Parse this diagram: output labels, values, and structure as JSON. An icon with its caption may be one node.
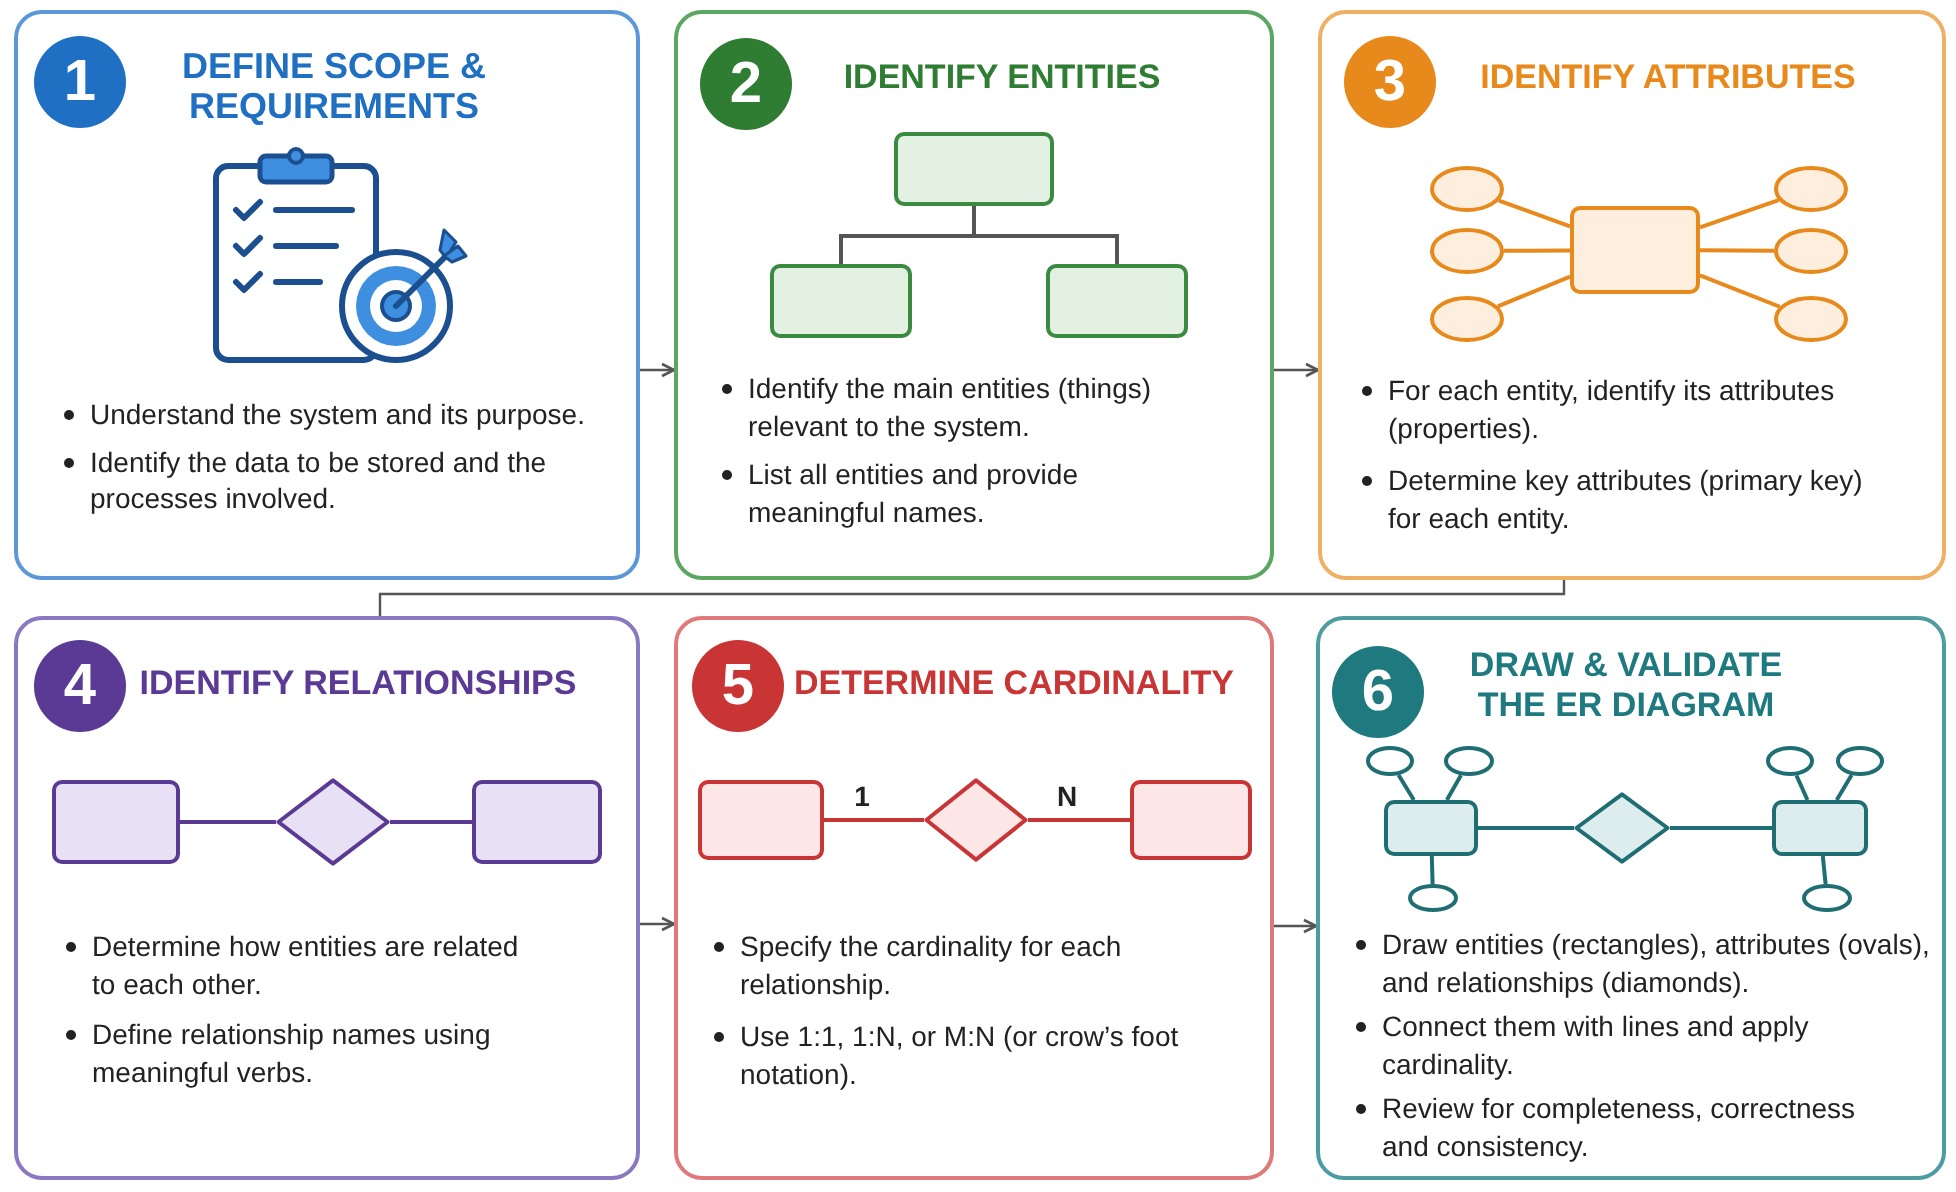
{
  "diagram": {
    "nodes": [
      {
        "text": [
          "DEFINE SCOPE & REQUIREMENTS",
          "Understand the system and its purpose.",
          "Identify the data to be stored and the processes involved."
        ]
      },
      {
        "text": [
          "1"
        ],
        "in": 0
      },
      {
        "text": [
          "IDENTIFY ENTITIES",
          "Identify the main entities (things) relevant to the system.",
          "List all entities and provide meaningful names."
        ]
      },
      {
        "text": [
          "2"
        ],
        "in": 2
      },
      {
        "text": [],
        "shape": "box",
        "in": 2
      },
      {
        "text": [],
        "shape": "box",
        "in": 2
      },
      {
        "text": [],
        "shape": "box",
        "in": 2
      },
      {
        "text": [
          "IDENTIFY ATTRIBUTES",
          "For each entity, identify its attributes (properties).",
          "Determine key attributes (primary key) for each entity."
        ]
      },
      {
        "text": [
          "3"
        ],
        "in": 7
      },
      {
        "text": [],
        "shape": "box",
        "in": 7
      },
      {
        "text": [],
        "shape": "oval",
        "in": 7
      },
      {
        "text": [],
        "shape": "oval",
        "in": 7
      },
      {
        "text": [],
        "shape": "oval",
        "in": 7
      },
      {
        "text": [],
        "shape": "oval",
        "in": 7
      },
      {
        "text": [],
        "shape": "oval",
        "in": 7
      },
      {
        "text": [],
        "shape": "oval",
        "in": 7
      },
      {
        "text": [
          "IDENTIFY RELATIONSHIPS",
          "Determine how entities are related to each other.",
          "Define relationship names using meaningful verbs."
        ]
      },
      {
        "text": [
          "4"
        ],
        "in": 16
      },
      {
        "text": [],
        "shape": "box",
        "in": 16
      },
      {
        "text": [],
        "shape": "diamond",
        "in": 16
      },
      {
        "text": [],
        "shape": "box",
        "in": 16
      },
      {
        "text": [
          "DETERMINE CARDINALITY",
          "Specify the cardinality for each relationship.",
          "Use 1:1, 1:N, or M:N (or crow’s foot notation)."
        ]
      },
      {
        "text": [
          "5"
        ],
        "in": 21
      },
      {
        "text": [],
        "shape": "box",
        "in": 21
      },
      {
        "text": [],
        "shape": "diamond",
        "in": 21
      },
      {
        "text": [],
        "shape": "box",
        "in": 21
      },
      {
        "text": [
          "DRAW & VALIDATE THE ER DIAGRAM",
          "Draw entities (rectangles), attributes (ovals), and relationships (diamonds).",
          "Connect them with lines and apply cardinality.",
          "Review for completeness, correctness and consistency."
        ]
      },
      {
        "text": [
          "6"
        ],
        "in": 26
      },
      {
        "text": [],
        "shape": "box",
        "in": 26
      },
      {
        "text": [],
        "shape": "diamond",
        "in": 26
      },
      {
        "text": [],
        "shape": "box",
        "in": 26
      },
      {
        "text": [],
        "shape": "oval",
        "in": 26
      },
      {
        "text": [],
        "shape": "oval",
        "in": 26
      },
      {
        "text": [],
        "shape": "oval",
        "in": 26
      },
      {
        "text": [],
        "shape": "oval",
        "in": 26
      },
      {
        "text": [],
        "shape": "oval",
        "in": 26
      },
      {
        "text": [],
        "shape": "oval",
        "in": 26
      }
    ],
    "edges": [
      {
        "from": 0,
        "to": 2,
        "arrow": "to"
      },
      {
        "from": 2,
        "to": 7,
        "arrow": "to"
      },
      {
        "from": 7,
        "to": 16,
        "arrow": "none"
      },
      {
        "from": 16,
        "to": 21,
        "arrow": "to"
      },
      {
        "from": 21,
        "to": 26,
        "arrow": "to"
      },
      {
        "from": 4,
        "to": 5,
        "arrow": "none"
      },
      {
        "from": 4,
        "to": 6,
        "arrow": "none"
      },
      {
        "from": 9,
        "to": 10,
        "arrow": "none",
        "color": "#e8891c"
      },
      {
        "from": 9,
        "to": 11,
        "arrow": "none",
        "color": "#e8891c"
      },
      {
        "from": 9,
        "to": 12,
        "arrow": "none",
        "color": "#e8891c"
      },
      {
        "from": 9,
        "to": 13,
        "arrow": "none",
        "color": "#e8891c"
      },
      {
        "from": 9,
        "to": 14,
        "arrow": "none",
        "color": "#e8891c"
      },
      {
        "from": 9,
        "to": 15,
        "arrow": "none",
        "color": "#e8891c"
      },
      {
        "from": 18,
        "to": 19,
        "arrow": "none",
        "color": "#5a3a94"
      },
      {
        "from": 19,
        "to": 20,
        "arrow": "none",
        "color": "#5a3a94"
      },
      {
        "from": 23,
        "to": 24,
        "arrow": "none",
        "label": "1",
        "color": "#c93535"
      },
      {
        "from": 24,
        "to": 25,
        "arrow": "none",
        "label": "N",
        "color": "#c93535"
      },
      {
        "from": 28,
        "to": 29,
        "arrow": "none",
        "color": "#1f6e74"
      },
      {
        "from": 29,
        "to": 30,
        "arrow": "none",
        "color": "#1f6e74"
      },
      {
        "from": 28,
        "to": 31,
        "arrow": "none",
        "color": "#1f6e74"
      },
      {
        "from": 28,
        "to": 32,
        "arrow": "none",
        "color": "#1f6e74"
      },
      {
        "from": 28,
        "to": 33,
        "arrow": "none",
        "color": "#1f6e74"
      },
      {
        "from": 30,
        "to": 34,
        "arrow": "none",
        "color": "#1f6e74"
      },
      {
        "from": 30,
        "to": 35,
        "arrow": "none",
        "color": "#1f6e74"
      },
      {
        "from": 30,
        "to": 36,
        "arrow": "none",
        "color": "#1f6e74"
      }
    ]
  }
}
